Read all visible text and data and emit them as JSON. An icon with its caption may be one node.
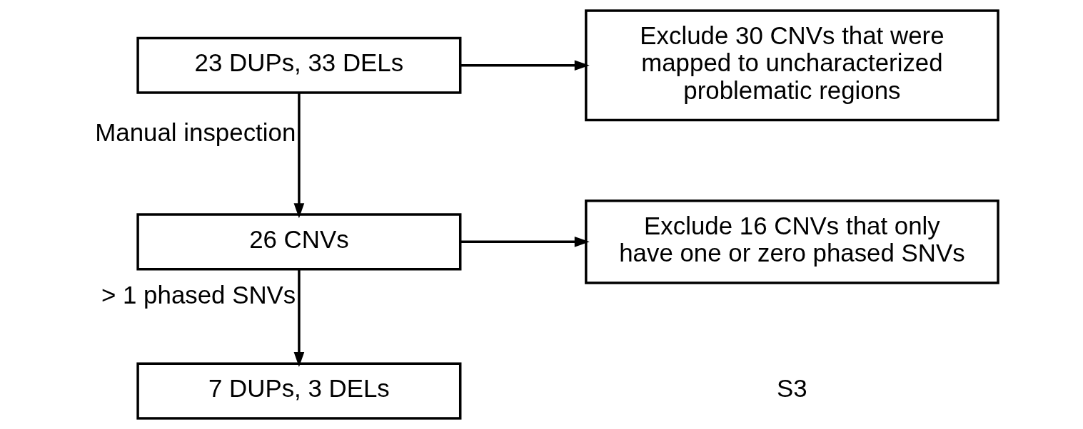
{
  "diagram": {
    "nodes": [
      {
        "text": [
          "23 DUPs, 33 DELs"
        ]
      },
      {
        "text": [
          "Exclude 30 CNVs that were mapped to uncharacterized problematic regions"
        ]
      },
      {
        "text": [
          "26 CNVs"
        ]
      },
      {
        "text": [
          "Exclude 16 CNVs that only have one or zero phased SNVs"
        ]
      },
      {
        "text": [
          "7 DUPs, 3 DELs"
        ]
      }
    ],
    "edges": [
      {
        "from": 0,
        "to": 1,
        "arrow": "to"
      },
      {
        "from": 0,
        "to": 2,
        "arrow": "to",
        "label": "Manual inspection"
      },
      {
        "from": 2,
        "to": 3,
        "arrow": "to"
      },
      {
        "from": 2,
        "to": 4,
        "arrow": "to",
        "label": "> 1 phased SNVs"
      }
    ],
    "labels": [
      "S3"
    ]
  }
}
